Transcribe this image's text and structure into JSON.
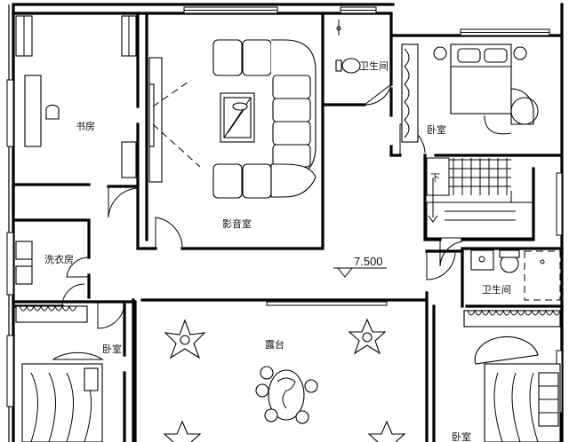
{
  "rooms": {
    "study": "书房",
    "theater": "影音室",
    "bath_top": "卫生间",
    "bedroom_top": "卧室",
    "stair_down": "下",
    "laundry": "洗衣房",
    "elevation": "7.500",
    "bath_right": "卫生间",
    "bedroom_left": "卧室",
    "terrace": "露台",
    "bedroom_right": "卧室"
  }
}
